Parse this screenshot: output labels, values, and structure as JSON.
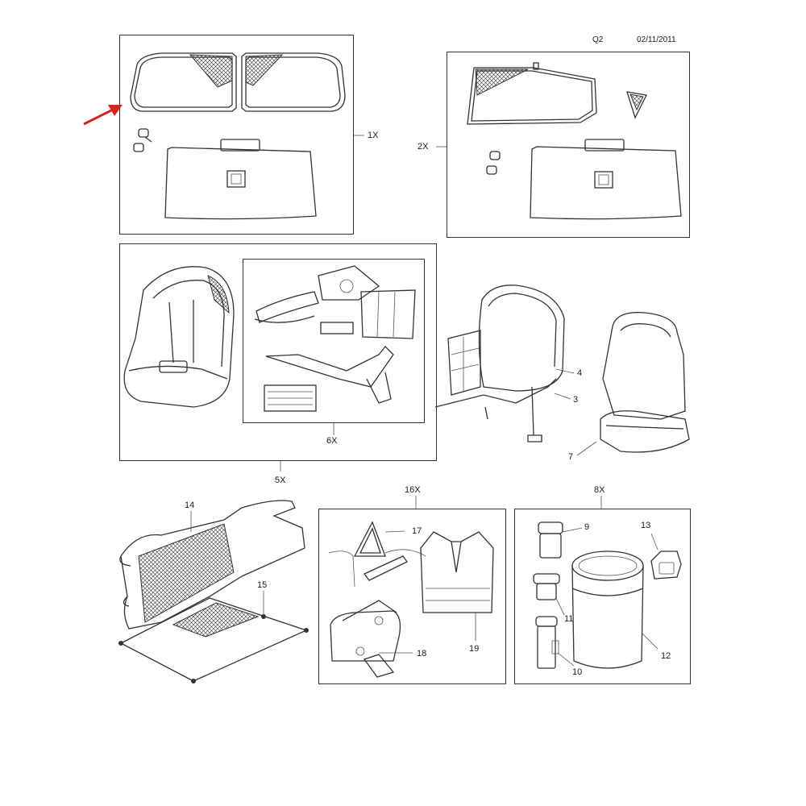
{
  "header": {
    "code": "Q2",
    "date": "02/11/2011"
  },
  "callouts": {
    "c1x": "1X",
    "c2x": "2X",
    "c5x": "5X",
    "c6x": "6X",
    "c8x": "8X",
    "c16x": "16X",
    "c3": "3",
    "c4": "4",
    "c7": "7",
    "c9": "9",
    "c10": "10",
    "c11": "11",
    "c12": "12",
    "c13": "13",
    "c14": "14",
    "c15": "15",
    "c17": "17",
    "c18": "18",
    "c19": "19"
  },
  "colors": {
    "arrow": "#d9231d",
    "line": "#333333"
  },
  "icons": [
    "red-pointer-arrow"
  ]
}
